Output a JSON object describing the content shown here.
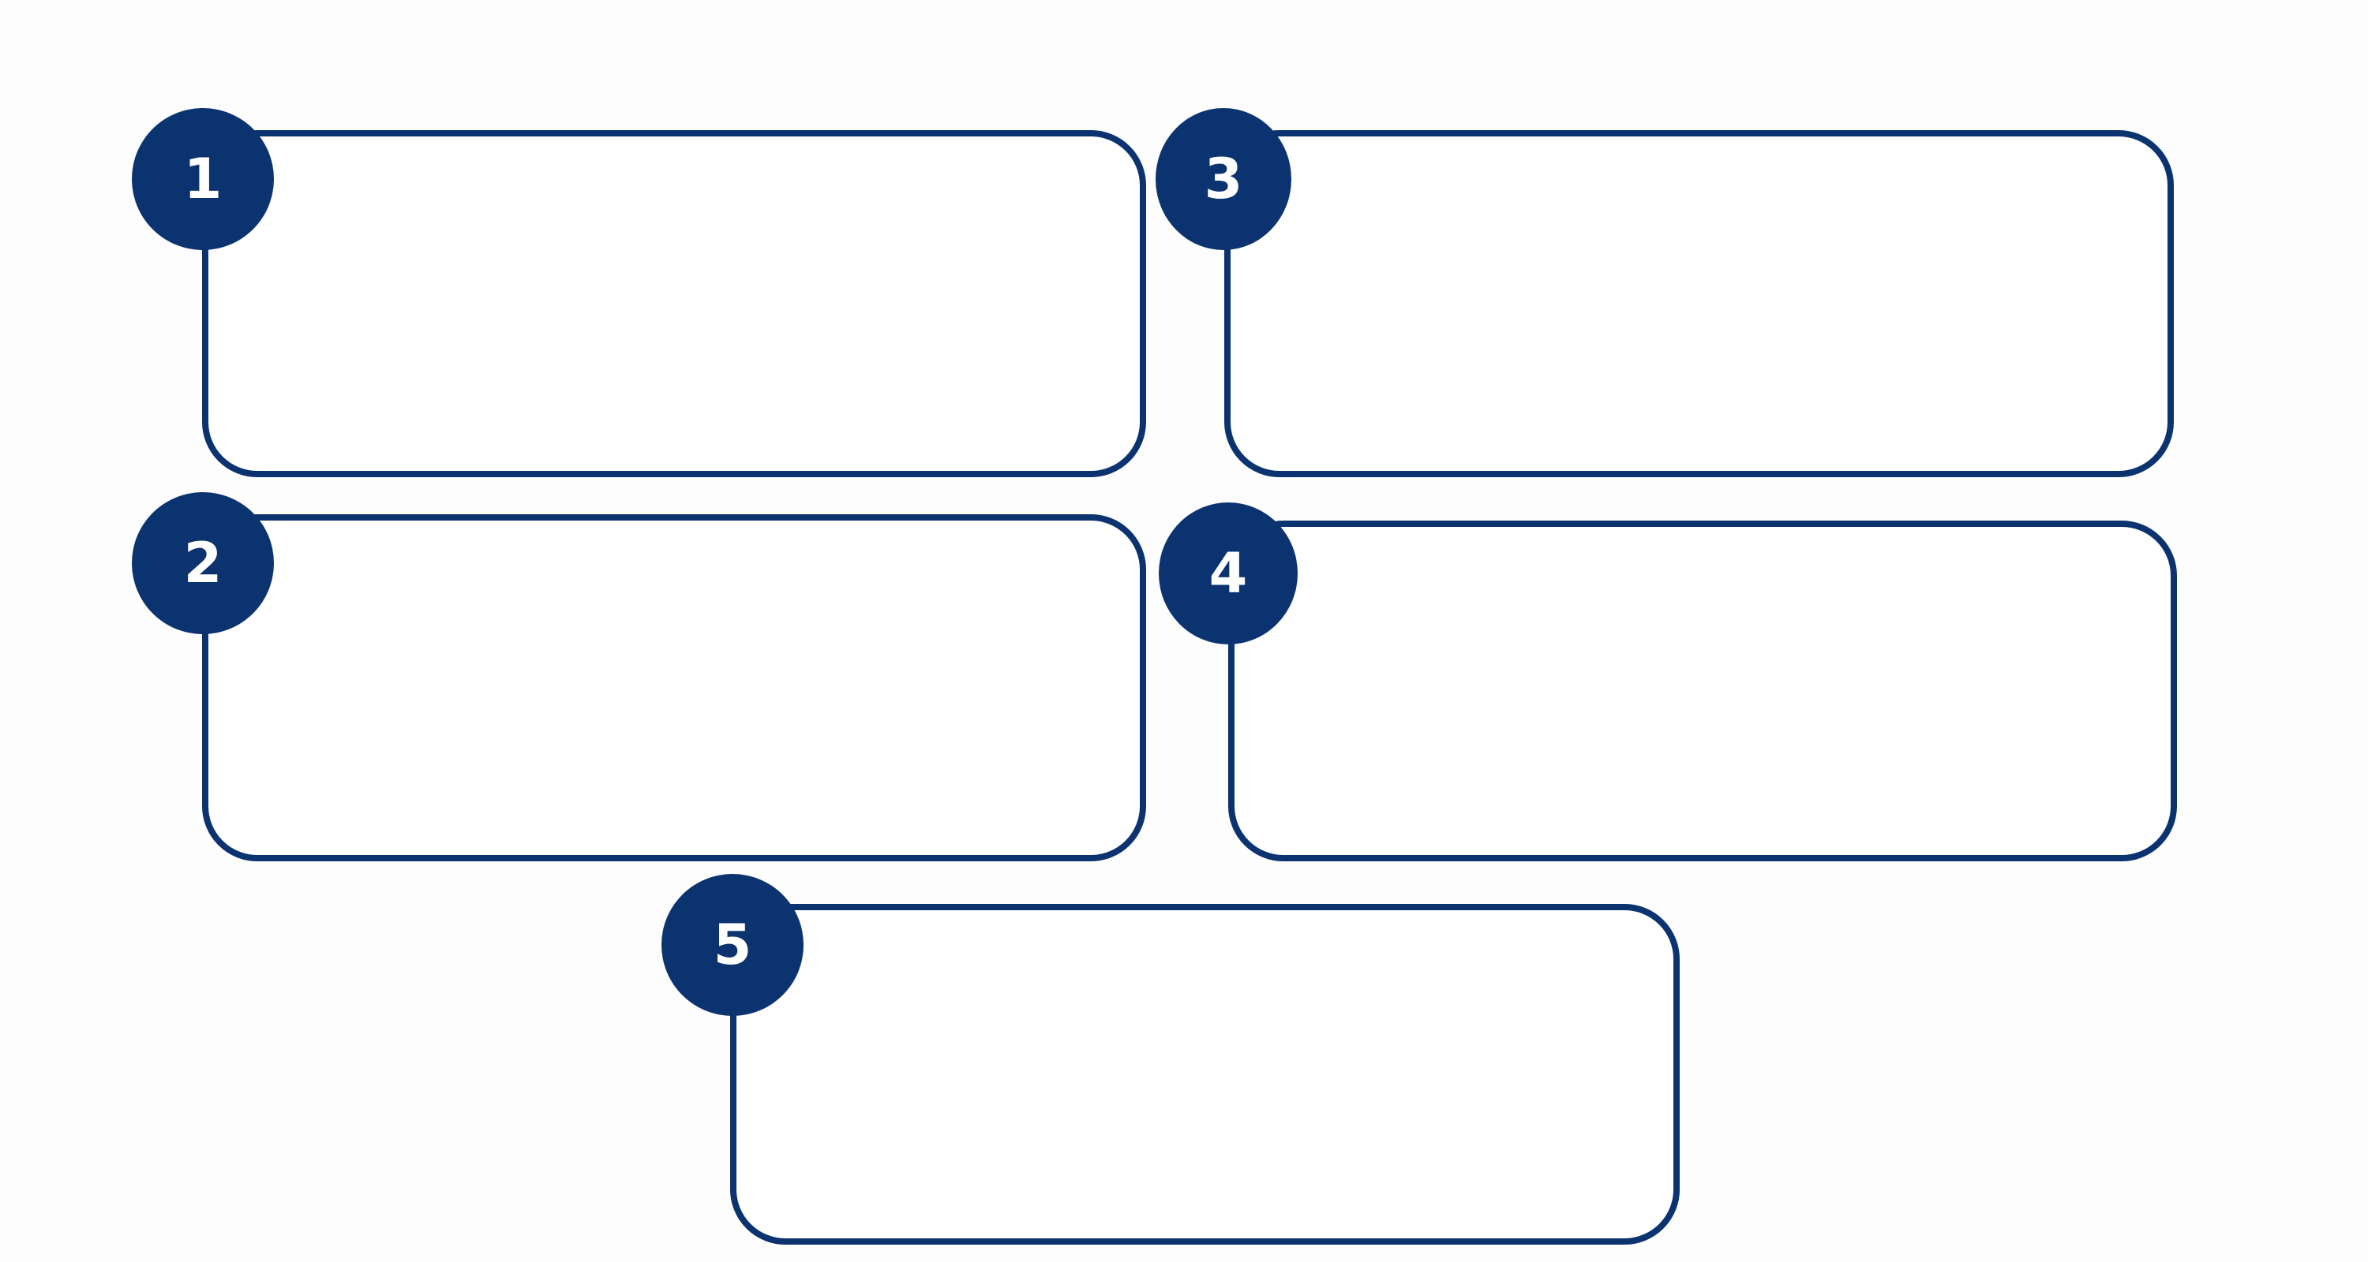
{
  "colors": {
    "accent": "#0b3370",
    "background": "#fefdfd",
    "card_fill": "#ffffff"
  },
  "steps": [
    {
      "number": "1",
      "text": ""
    },
    {
      "number": "2",
      "text": ""
    },
    {
      "number": "3",
      "text": ""
    },
    {
      "number": "4",
      "text": ""
    },
    {
      "number": "5",
      "text": ""
    }
  ]
}
